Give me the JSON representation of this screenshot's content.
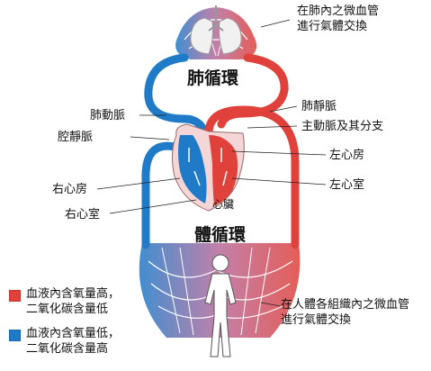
{
  "colors": {
    "oxygenated": "#e0413a",
    "deoxygenated": "#1f7ac8",
    "mixed": "#b86a9a"
  },
  "labels": {
    "lung_capillaries_line1": "在肺內之微血管",
    "lung_capillaries_line2": "進行氣體交換",
    "pulmonary_circulation": "肺循環",
    "pulmonary_artery": "肺動脈",
    "pulmonary_vein": "肺靜脈",
    "vena_cava": "腔靜脈",
    "aorta": "主動脈及其分支",
    "left_atrium": "左心房",
    "left_ventricle": "左心室",
    "right_atrium": "右心房",
    "right_ventricle": "右心室",
    "heart": "心臟",
    "systemic_circulation": "體循環",
    "tissue_capillaries_line1": "在人體各組織內之微血管",
    "tissue_capillaries_line2": "進行氣體交換"
  },
  "legend": [
    {
      "color": "#e0413a",
      "line1": "血液內含氧量高，",
      "line2": "二氧化碳含量低"
    },
    {
      "color": "#1f7ac8",
      "line1": "血液內含氧量低，",
      "line2": "二氧化碳含量高"
    }
  ]
}
